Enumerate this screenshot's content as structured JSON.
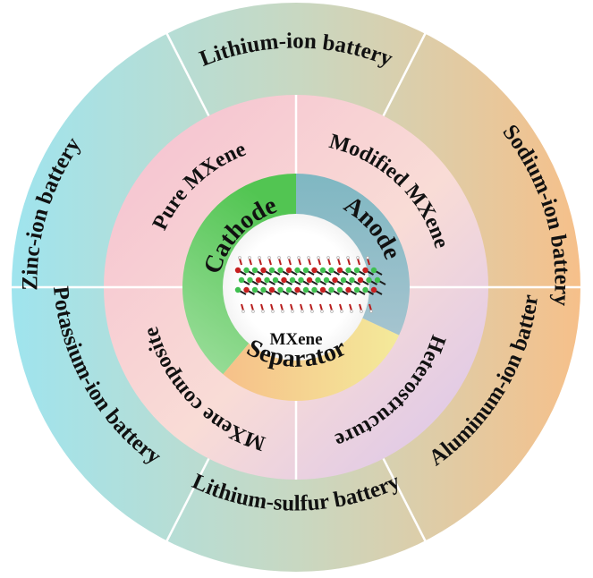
{
  "center": {
    "label": "MXene"
  },
  "inner_ring": [
    {
      "id": "cathode",
      "label": "Cathode",
      "color": "#5fcc5f"
    },
    {
      "id": "anode",
      "label": "Anode",
      "color": "#8fb9c6"
    },
    {
      "id": "separator",
      "label": "Separator",
      "color": "#f2d48a"
    }
  ],
  "middle_ring": [
    {
      "id": "pure",
      "label": "Pure MXene",
      "color": "#f6c8cf"
    },
    {
      "id": "modified",
      "label": "Modified MXene",
      "color": "#f8d6d6"
    },
    {
      "id": "hetero",
      "label": "Heterostructure",
      "color": "#dcc9e8"
    },
    {
      "id": "composite",
      "label": "MXene composite",
      "color": "#f7d3d8"
    }
  ],
  "outer_ring": [
    {
      "id": "lithium-ion",
      "label": "Lithium-ion battery",
      "color": "#b8d9cc"
    },
    {
      "id": "sodium-ion",
      "label": "Sodium-ion battery",
      "color": "#e6c99a"
    },
    {
      "id": "aluminum-ion",
      "label": "Aluminum-ion battery",
      "color": "#f2c79a"
    },
    {
      "id": "lithium-sulfur",
      "label": "Lithium-sulfur battery",
      "color": "#bcd8c4"
    },
    {
      "id": "potassium-ion",
      "label": "Potassium-ion battery",
      "color": "#a6e0de"
    },
    {
      "id": "zinc-ion",
      "label": "Zinc-ion battery",
      "color": "#a7e0e6"
    }
  ]
}
